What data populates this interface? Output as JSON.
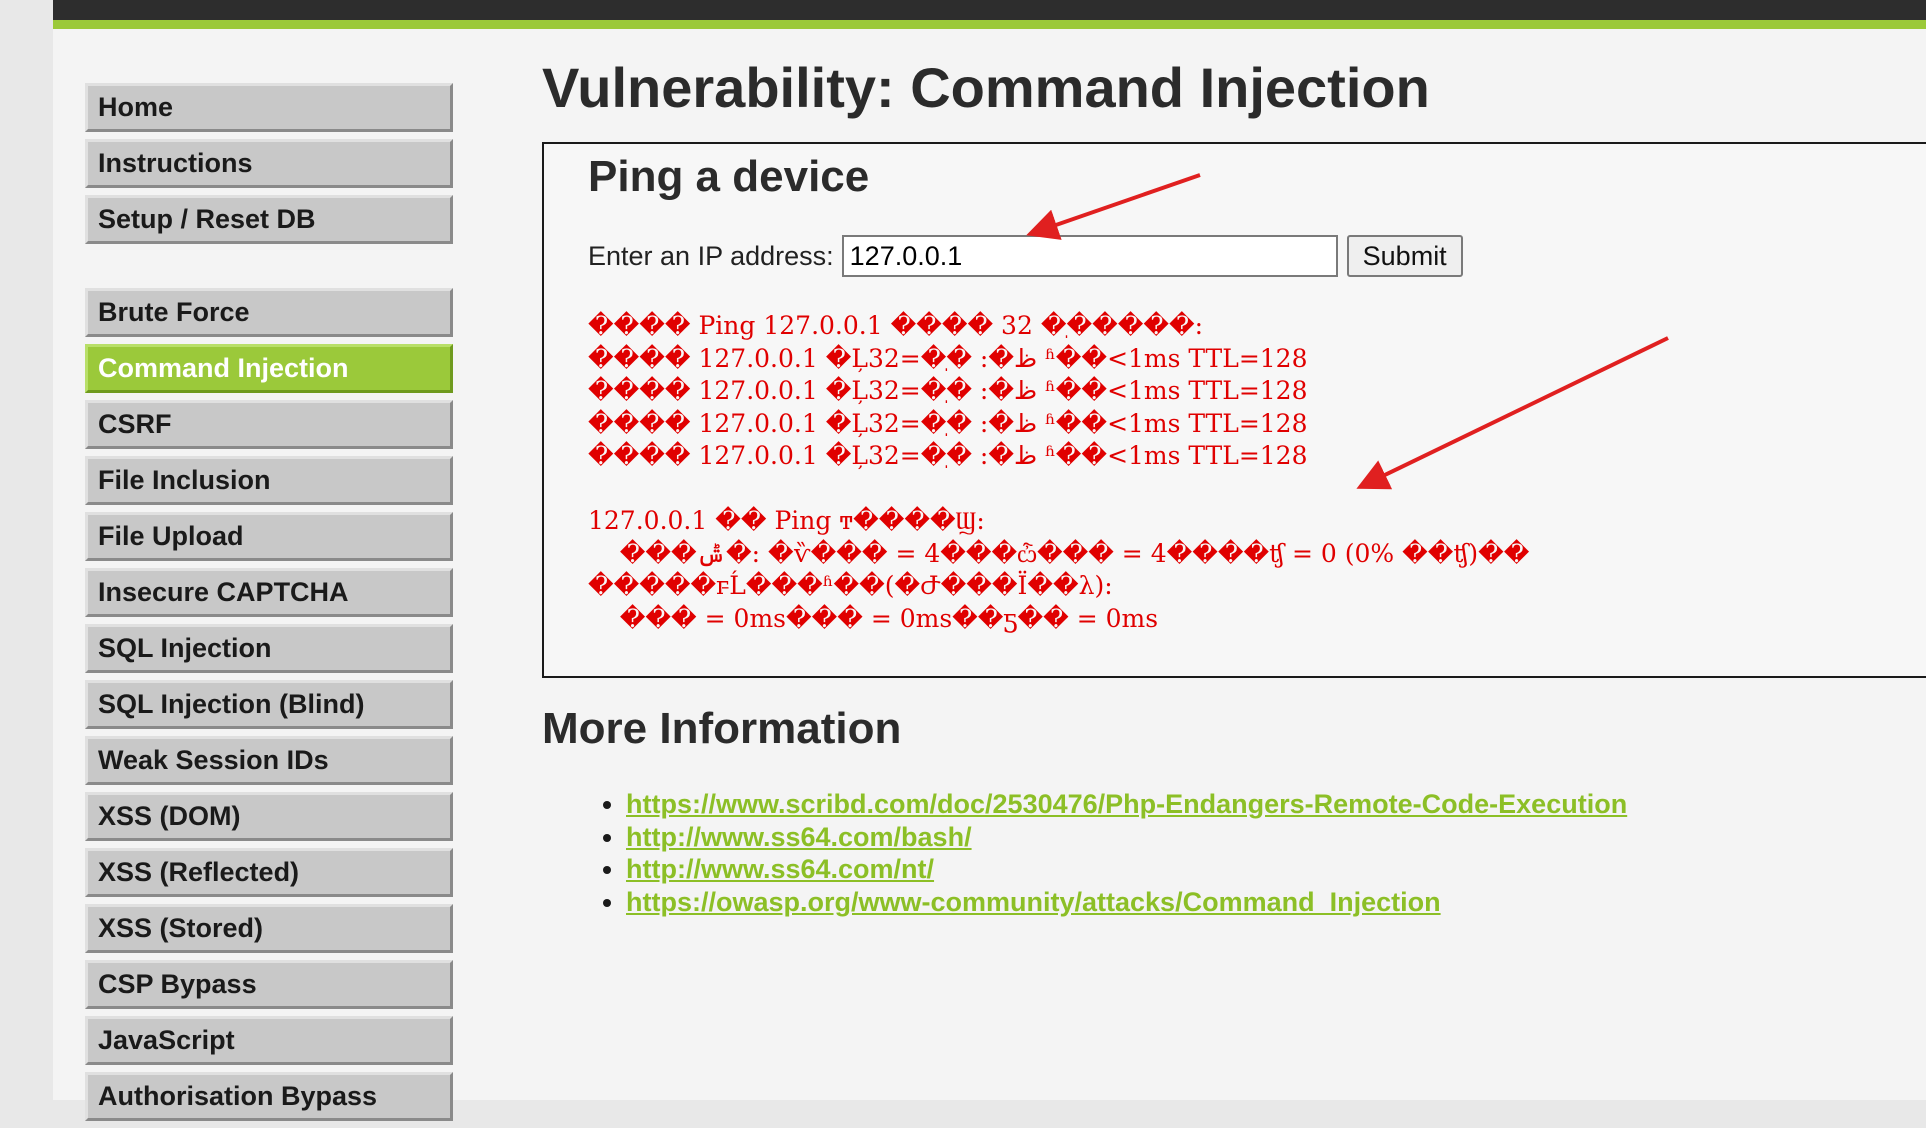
{
  "sidebar": {
    "group1": [
      "Home",
      "Instructions",
      "Setup / Reset DB"
    ],
    "group2": [
      "Brute Force",
      "Command Injection",
      "CSRF",
      "File Inclusion",
      "File Upload",
      "Insecure CAPTCHA",
      "SQL Injection",
      "SQL Injection (Blind)",
      "Weak Session IDs",
      "XSS (DOM)",
      "XSS (Reflected)",
      "XSS (Stored)",
      "CSP Bypass",
      "JavaScript",
      "Authorisation Bypass"
    ],
    "selected": "Command Injection"
  },
  "main": {
    "title": "Vulnerability: Command Injection",
    "box_heading": "Ping a device",
    "ip_label": "Enter an IP address:",
    "ip_value": "127.0.0.1",
    "submit_label": "Submit",
    "output_lines": [
      "���� Ping 127.0.0.1 ���� 32 �ֽ�����:",
      "���� 127.0.0.1 �Ļظ�: �ֽ�=32 ʱ��<1ms TTL=128",
      "���� 127.0.0.1 �Ļظ�: �ֽ�=32 ʱ��<1ms TTL=128",
      "���� 127.0.0.1 �Ļظ�: �ֽ�=32 ʱ��<1ms TTL=128",
      "���� 127.0.0.1 �Ļظ�: �ֽ�=32 ʱ��<1ms TTL=128",
      "",
      "127.0.0.1 �� Ping ͳ����Ϣ:",
      "    ���ݰ�: �ѷ��� = 4���ѽ��� = 4����ʧ = 0 (0% ��ʧ)��",
      "�����г̵Ĺ���ʱ��(�Ժ���Ϊ��λ):",
      "    ��� = 0ms��� = 0ms��ƽ�� = 0ms"
    ],
    "more_heading": "More Information",
    "links": [
      "https://www.scribd.com/doc/2530476/Php-Endangers-Remote-Code-Execution",
      "http://www.ss64.com/bash/",
      "http://www.ss64.com/nt/",
      "https://owasp.org/www-community/attacks/Command_Injection"
    ]
  },
  "colors": {
    "accent": "#9bc93a",
    "link": "#8cbf26",
    "output_text": "#e00000",
    "annotation_arrow": "#e02020"
  }
}
